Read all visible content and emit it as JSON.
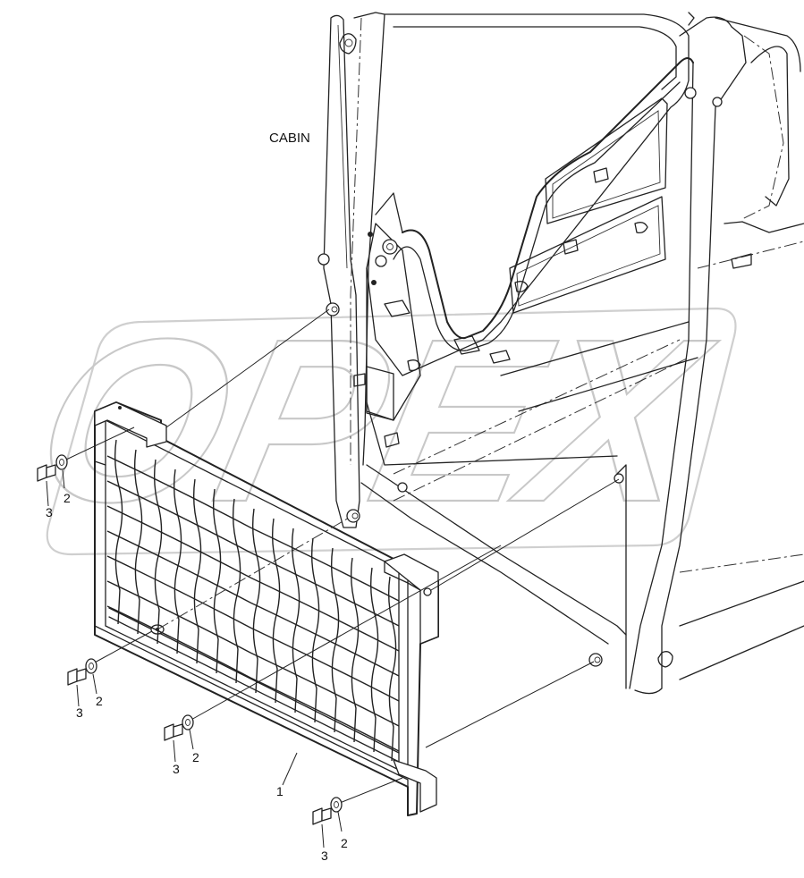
{
  "diagram": {
    "cabin_label": "CABIN",
    "watermark": "OPEX",
    "parts": [
      {
        "callout": "1"
      },
      {
        "callout": "2"
      },
      {
        "callout": "3"
      }
    ],
    "fastener_sets": [
      {
        "washer": "2",
        "bolt": "3"
      },
      {
        "washer": "2",
        "bolt": "3"
      },
      {
        "washer": "2",
        "bolt": "3"
      },
      {
        "washer": "2",
        "bolt": "3"
      }
    ]
  }
}
